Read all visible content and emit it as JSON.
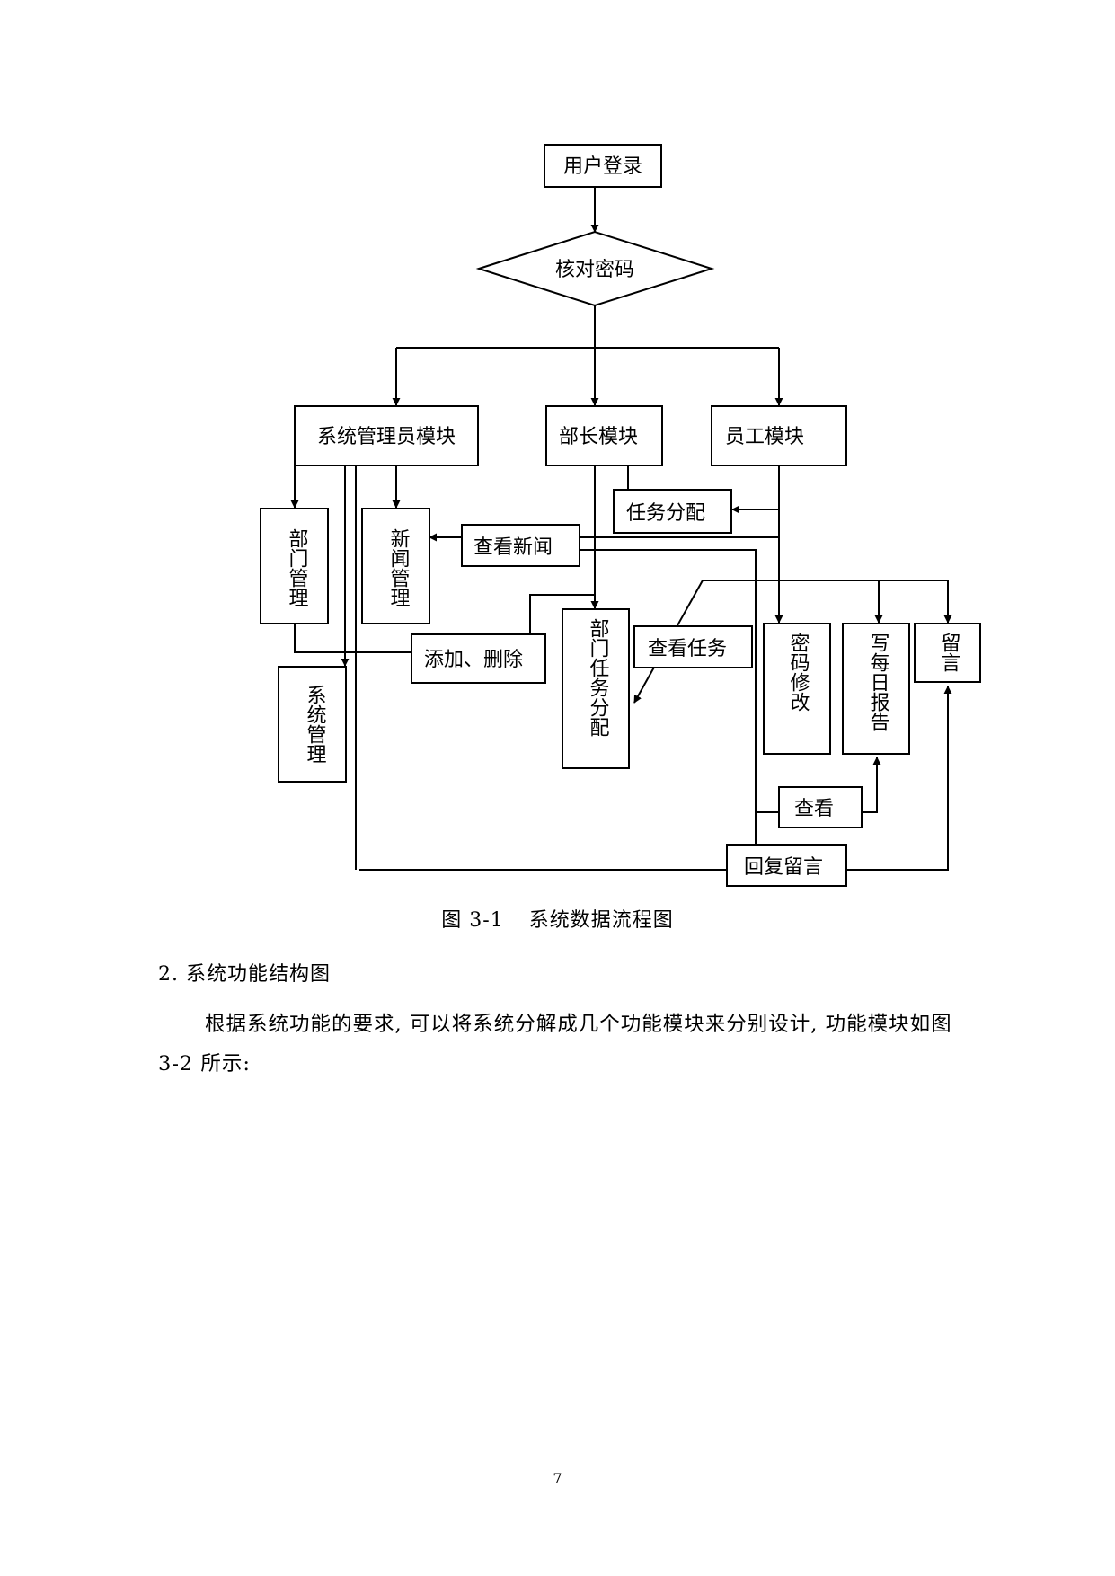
{
  "diagram": {
    "nodes": {
      "login": "用户登录",
      "check": "核对密码",
      "admin": "系统管理员模块",
      "minister": "部长模块",
      "staff": "员工模块",
      "task_assign": "任务分配",
      "dept_mgmt": "部门管理",
      "news_mgmt": "新闻管理",
      "view_news": "查看新闻",
      "add_delete": "添加、删除",
      "sys_mgmt": "系统管理",
      "dept_task": "部门任务分配",
      "view_task": "查看任务",
      "pwd_change": "密码修改",
      "daily_report": "写每日报告",
      "message": "留言",
      "view": "查看",
      "reply": "回复留言"
    }
  },
  "caption": {
    "number": "图 3-1",
    "title": "系统数据流程图"
  },
  "section": {
    "heading": "2. 系统功能结构图"
  },
  "paragraph": "根据系统功能的要求, 可以将系统分解成几个功能模块来分别设计, 功能模块如图 3-2 所示:",
  "page_number": "7"
}
